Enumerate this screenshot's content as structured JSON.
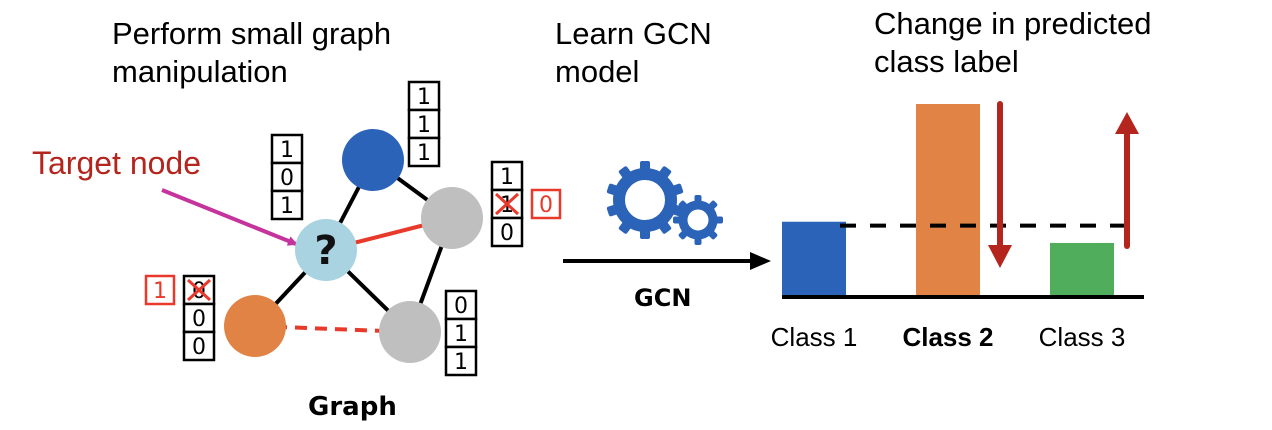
{
  "captions": {
    "manipulation": [
      "Perform small graph",
      "manipulation"
    ],
    "learn": [
      "Learn GCN",
      "model"
    ],
    "change": [
      "Change in predicted",
      "class label"
    ]
  },
  "target_label": "Target node",
  "target_symbol": "?",
  "graph_label": "Graph",
  "gcn_label": "GCN",
  "colors": {
    "blue": "#2b63b8",
    "orange": "#e08344",
    "gray": "#bfbfbf",
    "light_blue": "#a9d3e0",
    "green": "#4fad5b",
    "red": "#e8392b",
    "dark_red": "#b3251d",
    "magenta": "#c5349c",
    "target_text": "#b3251d"
  },
  "graph": {
    "nodes": [
      {
        "id": "target",
        "color": "light_blue",
        "features": [
          "1",
          "0",
          "1"
        ]
      },
      {
        "id": "blue",
        "color": "blue",
        "features": [
          "1",
          "1",
          "1"
        ]
      },
      {
        "id": "gray-top",
        "color": "gray",
        "features": [
          "1",
          "1",
          "0"
        ],
        "perturbed": {
          "index": 1,
          "new": "0"
        }
      },
      {
        "id": "orange",
        "color": "orange",
        "features": [
          "0",
          "0",
          "0"
        ],
        "perturbed": {
          "index": 0,
          "new": "1"
        }
      },
      {
        "id": "gray-bottom",
        "color": "gray",
        "features": [
          "0",
          "1",
          "1"
        ]
      }
    ],
    "edges": [
      {
        "from": "target",
        "to": "blue",
        "type": "original"
      },
      {
        "from": "target",
        "to": "orange",
        "type": "original"
      },
      {
        "from": "target",
        "to": "gray-bottom",
        "type": "original"
      },
      {
        "from": "blue",
        "to": "gray-top",
        "type": "original"
      },
      {
        "from": "gray-top",
        "to": "gray-bottom",
        "type": "original"
      },
      {
        "from": "target",
        "to": "gray-top",
        "type": "modified"
      },
      {
        "from": "orange",
        "to": "gray-bottom",
        "type": "added"
      }
    ]
  },
  "chart_data": {
    "type": "bar",
    "title": "Change in predicted class label",
    "categories": [
      "Class 1",
      "Class 2",
      "Class 3"
    ],
    "bold_category": "Class 2",
    "values": [
      0.39,
      1.0,
      0.28
    ],
    "threshold": 0.37,
    "changes": [
      {
        "category": "Class 2",
        "direction": "down"
      },
      {
        "category": "Class 3",
        "direction": "up"
      }
    ],
    "xlabel": "",
    "ylabel": "",
    "ylim": [
      0,
      1
    ]
  }
}
